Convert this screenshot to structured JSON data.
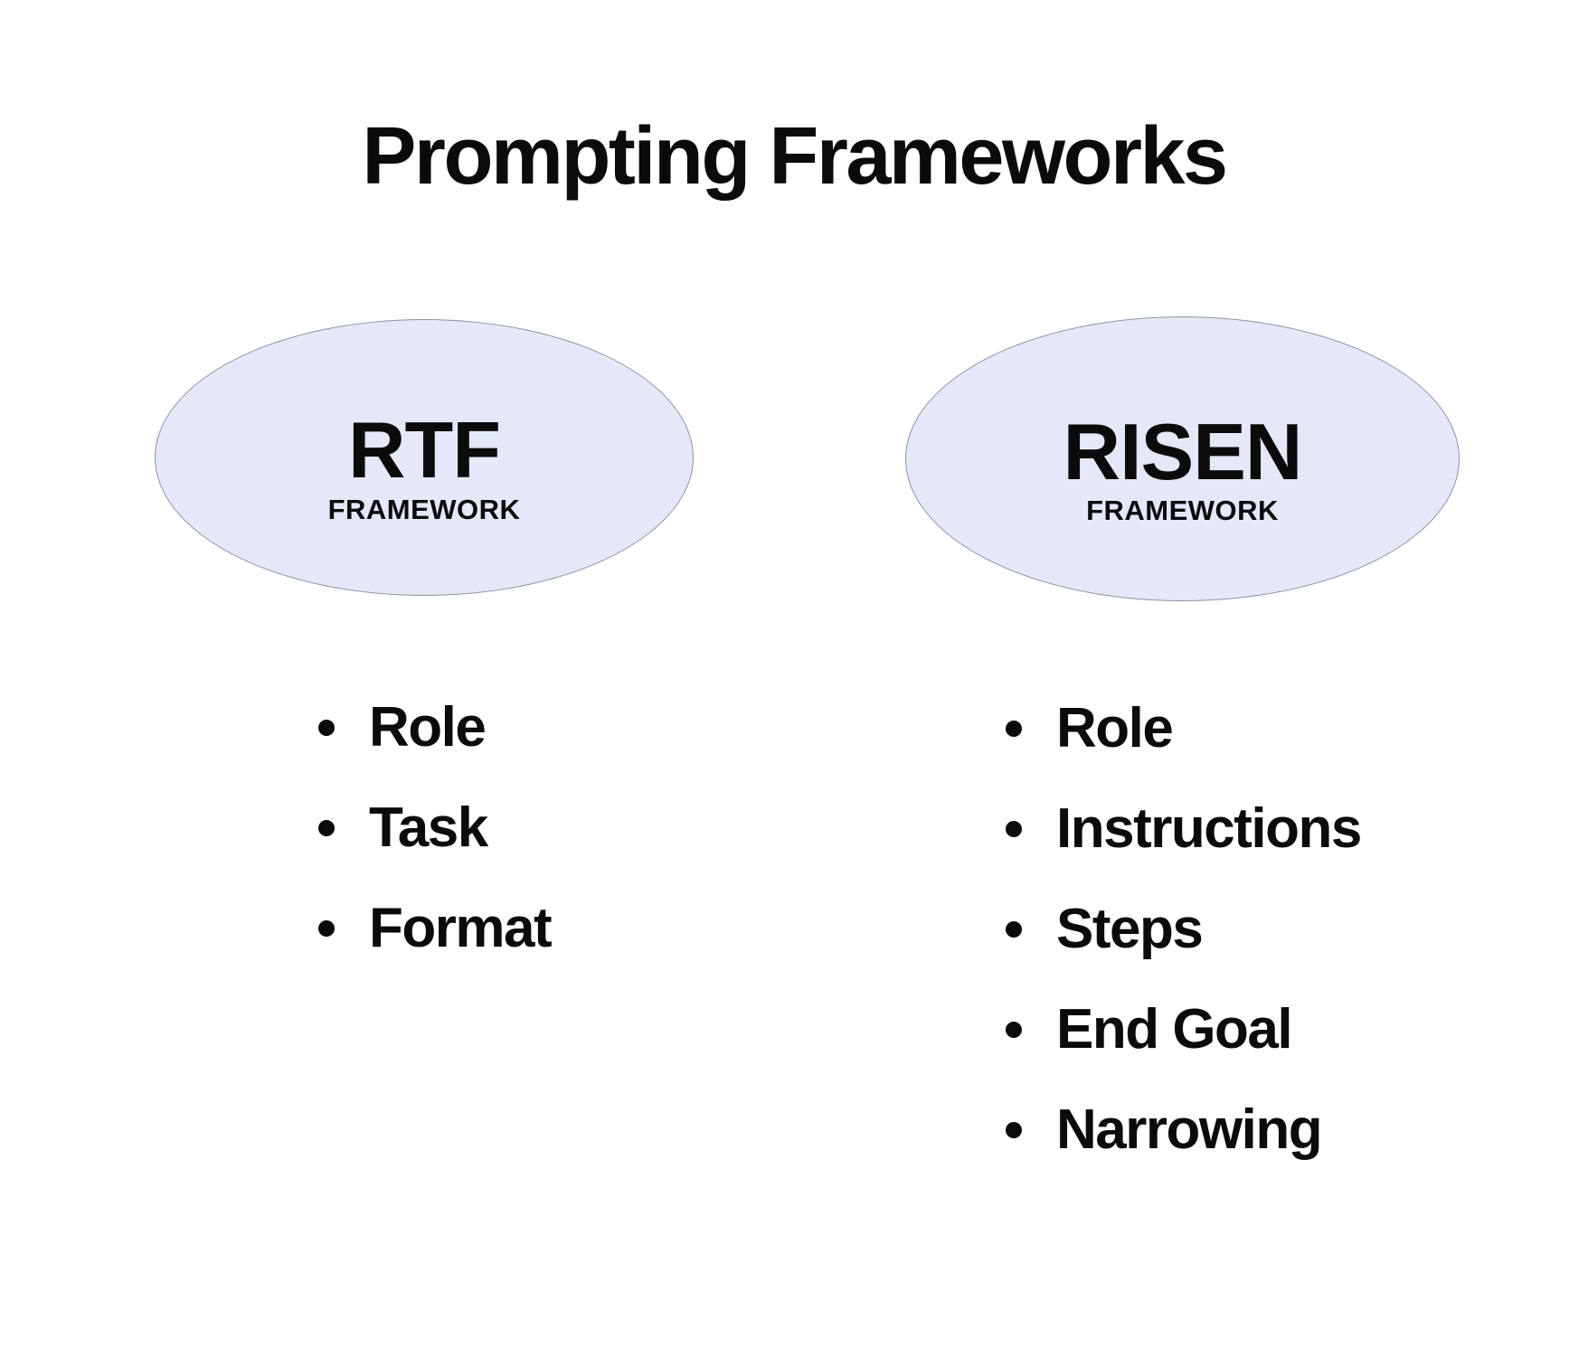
{
  "page": {
    "title": "Prompting Frameworks"
  },
  "colors": {
    "page_bg": "#ffffff",
    "text": "#0b0b0c",
    "ellipse_fill": "#e4e8f8",
    "ellipse_border": "#8f91a4"
  },
  "frameworks": [
    {
      "id": "rtf",
      "acronym": "RTF",
      "label": "FRAMEWORK",
      "items": [
        "Role",
        "Task",
        "Format"
      ]
    },
    {
      "id": "risen",
      "acronym": "RISEN",
      "label": "FRAMEWORK",
      "items": [
        "Role",
        "Instructions",
        "Steps",
        "End Goal",
        "Narrowing"
      ]
    }
  ]
}
